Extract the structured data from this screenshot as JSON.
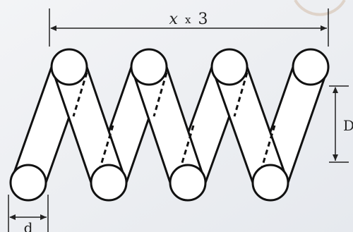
{
  "diagram": {
    "top_label": {
      "variable": "x",
      "operator": "x",
      "count": "3"
    },
    "right_label": "D",
    "bottom_label": "d"
  }
}
